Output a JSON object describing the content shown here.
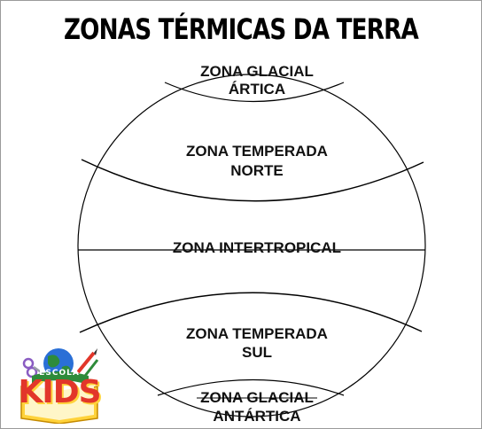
{
  "title": "ZONAS TÉRMICAS DA TERRA",
  "zones": [
    {
      "line1": "ZONA GLACIAL",
      "line2": "ÁRTICA"
    },
    {
      "line1": "ZONA TEMPERADA",
      "line2": "NORTE"
    },
    {
      "line1": "ZONA INTERTROPICAL",
      "line2": ""
    },
    {
      "line1": "ZONA TEMPERADA",
      "line2": "SUL"
    },
    {
      "line1": "ZONA GLACIAL",
      "line2": "ANTÁRTICA"
    }
  ],
  "logo": {
    "top_text": "ESCOLA",
    "main_text": "KIDS"
  },
  "colors": {
    "line": "#000000",
    "logo_red": "#e2362a",
    "logo_yellow": "#ffd23a",
    "logo_green": "#2e8b3a",
    "logo_blue": "#2a6fd6"
  }
}
